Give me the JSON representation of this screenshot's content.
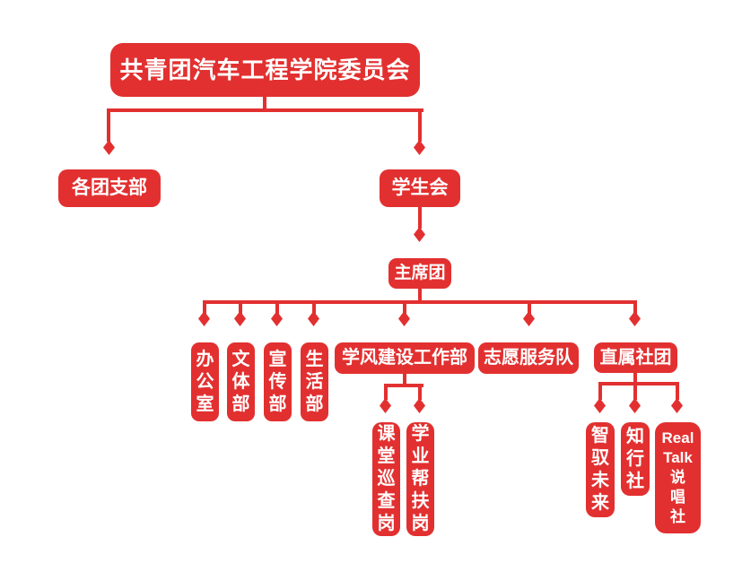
{
  "palette": {
    "accent": "#E23030",
    "node_text": "#FFFFFF",
    "background": "#FFFFFF"
  },
  "diagram_type": "org-chart",
  "nodes": {
    "root": {
      "label": "共青团汽车工程学院委员会"
    },
    "league_branches": {
      "label": "各团支部"
    },
    "student_union": {
      "label": "学生会"
    },
    "presidium": {
      "label": "主席团"
    },
    "office": {
      "label": "办\n公\n室"
    },
    "culture_sports_dept": {
      "label": "文\n体\n部"
    },
    "publicity_dept": {
      "label": "宣\n传\n部"
    },
    "life_dept": {
      "label": "生\n活\n部"
    },
    "study_style_dept": {
      "label": "学风建设工作部"
    },
    "volunteer_team": {
      "label": "志愿服务队"
    },
    "affiliated_clubs": {
      "label": "直属社团"
    },
    "class_patrol_post": {
      "label": "课\n堂\n巡\n查\n岗"
    },
    "academic_support_post": {
      "label": "学\n业\n帮\n扶\n岗"
    },
    "zhiyu_future_club": {
      "label": "智\n驭\n未\n来"
    },
    "zhixing_club": {
      "label": "知\n行\n社"
    },
    "real_talk_club": {
      "label": "Real\nTalk\n说\n唱\n社"
    }
  },
  "edges": [
    {
      "from": "root",
      "to": "league_branches"
    },
    {
      "from": "root",
      "to": "student_union"
    },
    {
      "from": "student_union",
      "to": "presidium"
    },
    {
      "from": "presidium",
      "to": "office"
    },
    {
      "from": "presidium",
      "to": "culture_sports_dept"
    },
    {
      "from": "presidium",
      "to": "publicity_dept"
    },
    {
      "from": "presidium",
      "to": "life_dept"
    },
    {
      "from": "presidium",
      "to": "study_style_dept"
    },
    {
      "from": "presidium",
      "to": "volunteer_team"
    },
    {
      "from": "presidium",
      "to": "affiliated_clubs"
    },
    {
      "from": "study_style_dept",
      "to": "class_patrol_post"
    },
    {
      "from": "study_style_dept",
      "to": "academic_support_post"
    },
    {
      "from": "affiliated_clubs",
      "to": "zhiyu_future_club"
    },
    {
      "from": "affiliated_clubs",
      "to": "zhixing_club"
    },
    {
      "from": "affiliated_clubs",
      "to": "real_talk_club"
    }
  ]
}
